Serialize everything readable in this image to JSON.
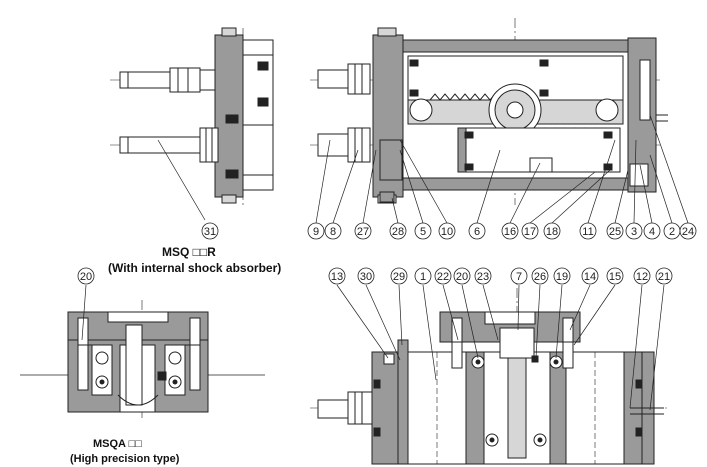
{
  "captions": {
    "msq_r_title": "MSQ □□R",
    "msq_r_subtitle": "(With internal shock absorber)",
    "msqa_title": "MSQA □□",
    "msqa_subtitle": "(High precision type)"
  },
  "callouts": {
    "topleft": [
      "31"
    ],
    "topright_bottom_row": [
      "9",
      "8",
      "27",
      "28",
      "5",
      "10",
      "6",
      "16",
      "17",
      "18",
      "11",
      "25",
      "3",
      "4",
      "2",
      "24"
    ],
    "bottomleft": [
      "20"
    ],
    "bottomright_top_row": [
      "13",
      "30",
      "29",
      "1",
      "22",
      "20",
      "23",
      "7",
      "26",
      "19",
      "14",
      "15",
      "12",
      "21"
    ]
  },
  "colors": {
    "line": "#222222",
    "body_fill": "#9a9a9a",
    "dark_fill": "#6f6f6f",
    "light_fill": "#d6d6d6"
  }
}
